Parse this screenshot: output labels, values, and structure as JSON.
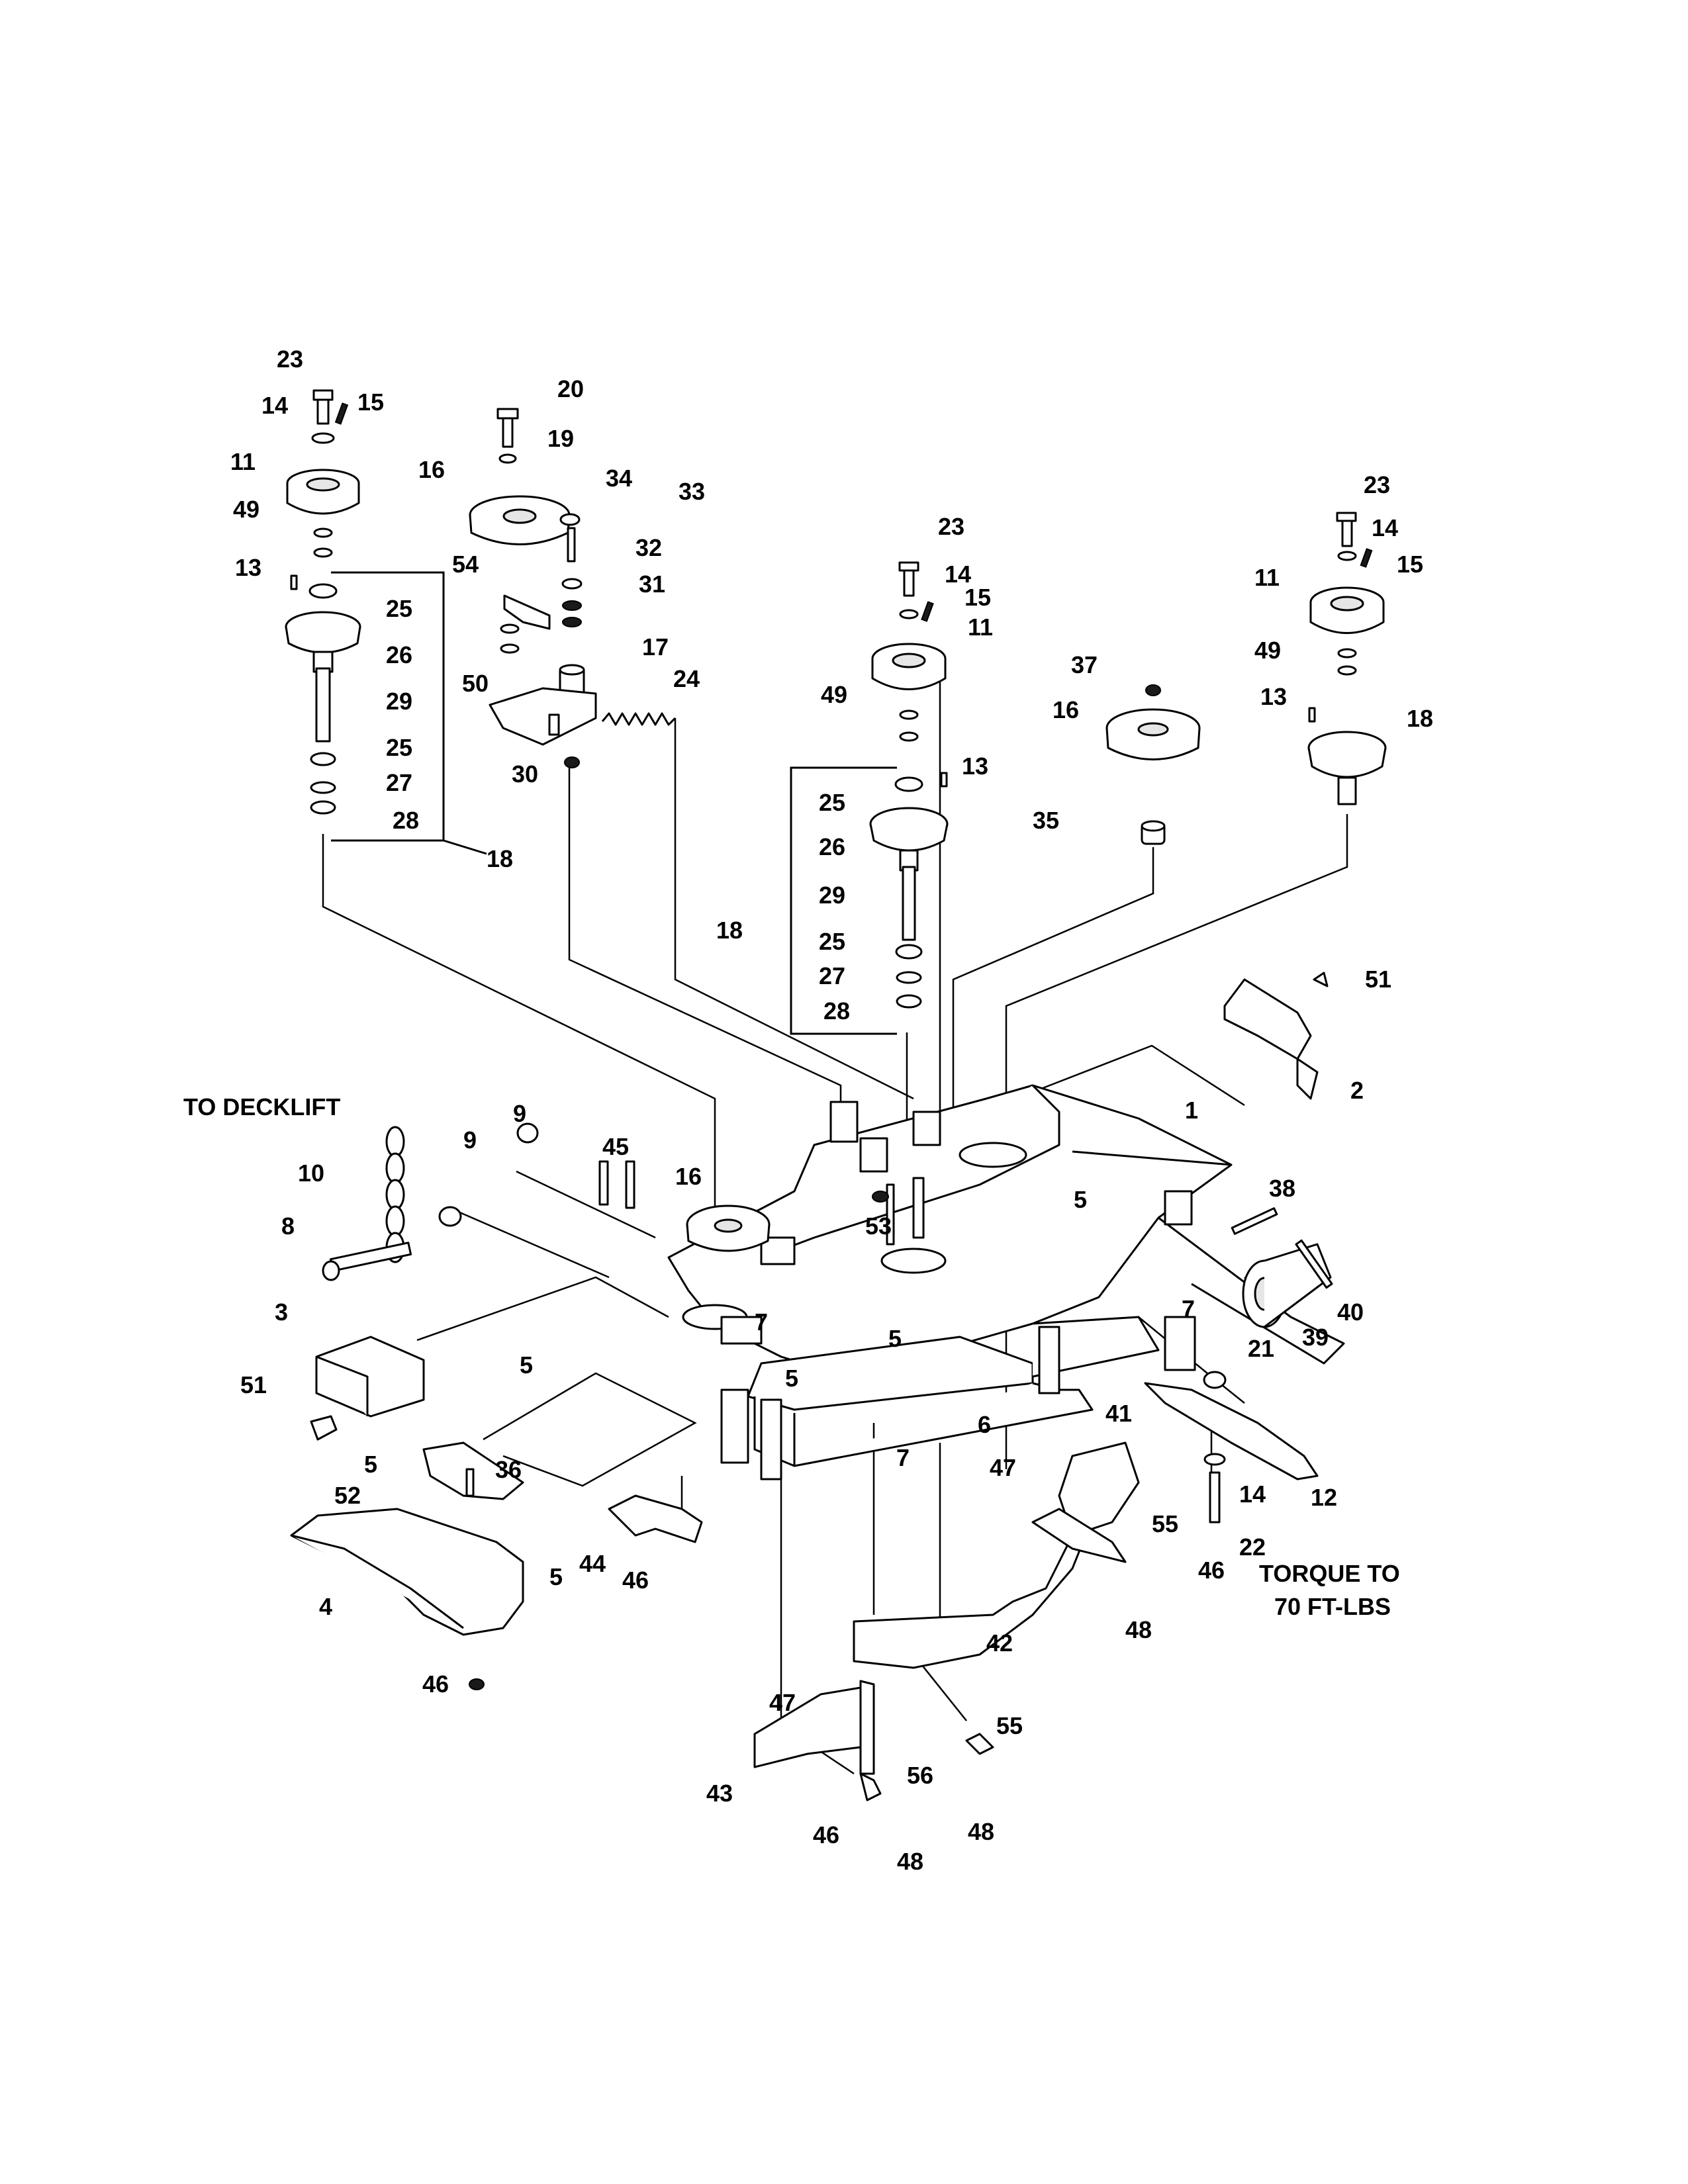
{
  "diagram": {
    "notes": {
      "decklift": "TO DECKLIFT",
      "torque_line1": "TORQUE TO",
      "torque_line2": "70 FT-LBS"
    },
    "callouts": [
      {
        "id": "c1",
        "label": "1"
      },
      {
        "id": "c2",
        "label": "2"
      },
      {
        "id": "c3",
        "label": "3"
      },
      {
        "id": "c4",
        "label": "4"
      },
      {
        "id": "c5a",
        "label": "5"
      },
      {
        "id": "c5b",
        "label": "5"
      },
      {
        "id": "c5c",
        "label": "5"
      },
      {
        "id": "c5d",
        "label": "5"
      },
      {
        "id": "c5e",
        "label": "5"
      },
      {
        "id": "c5f",
        "label": "5"
      },
      {
        "id": "c6",
        "label": "6"
      },
      {
        "id": "c7a",
        "label": "7"
      },
      {
        "id": "c7b",
        "label": "7"
      },
      {
        "id": "c7c",
        "label": "7"
      },
      {
        "id": "c8",
        "label": "8"
      },
      {
        "id": "c9a",
        "label": "9"
      },
      {
        "id": "c9b",
        "label": "9"
      },
      {
        "id": "c10",
        "label": "10"
      },
      {
        "id": "c11a",
        "label": "11"
      },
      {
        "id": "c11b",
        "label": "11"
      },
      {
        "id": "c11c",
        "label": "11"
      },
      {
        "id": "c12",
        "label": "12"
      },
      {
        "id": "c13a",
        "label": "13"
      },
      {
        "id": "c13b",
        "label": "13"
      },
      {
        "id": "c13c",
        "label": "13"
      },
      {
        "id": "c14a",
        "label": "14"
      },
      {
        "id": "c14b",
        "label": "14"
      },
      {
        "id": "c14c",
        "label": "14"
      },
      {
        "id": "c14d",
        "label": "14"
      },
      {
        "id": "c15a",
        "label": "15"
      },
      {
        "id": "c15b",
        "label": "15"
      },
      {
        "id": "c15c",
        "label": "15"
      },
      {
        "id": "c16a",
        "label": "16"
      },
      {
        "id": "c16b",
        "label": "16"
      },
      {
        "id": "c16c",
        "label": "16"
      },
      {
        "id": "c17",
        "label": "17"
      },
      {
        "id": "c18a",
        "label": "18"
      },
      {
        "id": "c18b",
        "label": "18"
      },
      {
        "id": "c18c",
        "label": "18"
      },
      {
        "id": "c19",
        "label": "19"
      },
      {
        "id": "c20",
        "label": "20"
      },
      {
        "id": "c21",
        "label": "21"
      },
      {
        "id": "c22",
        "label": "22"
      },
      {
        "id": "c23a",
        "label": "23"
      },
      {
        "id": "c23b",
        "label": "23"
      },
      {
        "id": "c23c",
        "label": "23"
      },
      {
        "id": "c24",
        "label": "24"
      },
      {
        "id": "c25a",
        "label": "25"
      },
      {
        "id": "c25b",
        "label": "25"
      },
      {
        "id": "c25c",
        "label": "25"
      },
      {
        "id": "c25d",
        "label": "25"
      },
      {
        "id": "c26a",
        "label": "26"
      },
      {
        "id": "c26b",
        "label": "26"
      },
      {
        "id": "c27a",
        "label": "27"
      },
      {
        "id": "c27b",
        "label": "27"
      },
      {
        "id": "c28a",
        "label": "28"
      },
      {
        "id": "c28b",
        "label": "28"
      },
      {
        "id": "c29a",
        "label": "29"
      },
      {
        "id": "c29b",
        "label": "29"
      },
      {
        "id": "c30",
        "label": "30"
      },
      {
        "id": "c31",
        "label": "31"
      },
      {
        "id": "c32",
        "label": "32"
      },
      {
        "id": "c33",
        "label": "33"
      },
      {
        "id": "c34",
        "label": "34"
      },
      {
        "id": "c35",
        "label": "35"
      },
      {
        "id": "c36",
        "label": "36"
      },
      {
        "id": "c37",
        "label": "37"
      },
      {
        "id": "c38",
        "label": "38"
      },
      {
        "id": "c39",
        "label": "39"
      },
      {
        "id": "c40",
        "label": "40"
      },
      {
        "id": "c41",
        "label": "41"
      },
      {
        "id": "c42",
        "label": "42"
      },
      {
        "id": "c43",
        "label": "43"
      },
      {
        "id": "c44",
        "label": "44"
      },
      {
        "id": "c45",
        "label": "45"
      },
      {
        "id": "c46a",
        "label": "46"
      },
      {
        "id": "c46b",
        "label": "46"
      },
      {
        "id": "c46c",
        "label": "46"
      },
      {
        "id": "c46d",
        "label": "46"
      },
      {
        "id": "c47a",
        "label": "47"
      },
      {
        "id": "c47b",
        "label": "47"
      },
      {
        "id": "c48a",
        "label": "48"
      },
      {
        "id": "c48b",
        "label": "48"
      },
      {
        "id": "c48c",
        "label": "48"
      },
      {
        "id": "c49a",
        "label": "49"
      },
      {
        "id": "c49b",
        "label": "49"
      },
      {
        "id": "c49c",
        "label": "49"
      },
      {
        "id": "c50",
        "label": "50"
      },
      {
        "id": "c51a",
        "label": "51"
      },
      {
        "id": "c51b",
        "label": "51"
      },
      {
        "id": "c52",
        "label": "52"
      },
      {
        "id": "c53",
        "label": "53"
      },
      {
        "id": "c54",
        "label": "54"
      },
      {
        "id": "c55a",
        "label": "55"
      },
      {
        "id": "c55b",
        "label": "55"
      },
      {
        "id": "c56",
        "label": "56"
      }
    ]
  }
}
